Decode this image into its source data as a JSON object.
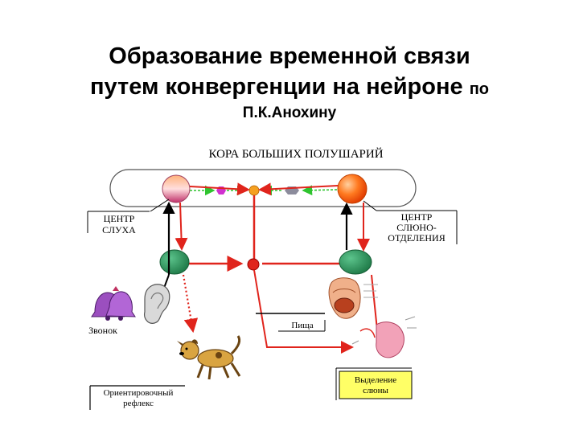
{
  "title": {
    "line1": "Образование временной связи",
    "line2_main": "путем конвергенции на нейроне",
    "line2_small": "по",
    "line3": "П.К.Анохину"
  },
  "diagram": {
    "cortex_label": "КОРА БОЛЬШИХ ПОЛУШАРИЙ",
    "hearing_center": [
      "ЦЕНТР",
      "СЛУХА"
    ],
    "salivation_center": [
      "ЦЕНТР",
      "СЛЮНО-",
      "ОТДЕЛЕНИЯ"
    ],
    "bell_label": "Звонок",
    "food_label": "Пища",
    "orienting_reflex": [
      "Ориентировочный",
      "рефлекс"
    ],
    "saliva_secretion": [
      "Выделение",
      "слюны"
    ]
  },
  "colors": {
    "red": "#e0241c",
    "green_dash": "#2ec42e",
    "neuron_green": "#2e8b57",
    "note_yellow": "#ffff66"
  }
}
